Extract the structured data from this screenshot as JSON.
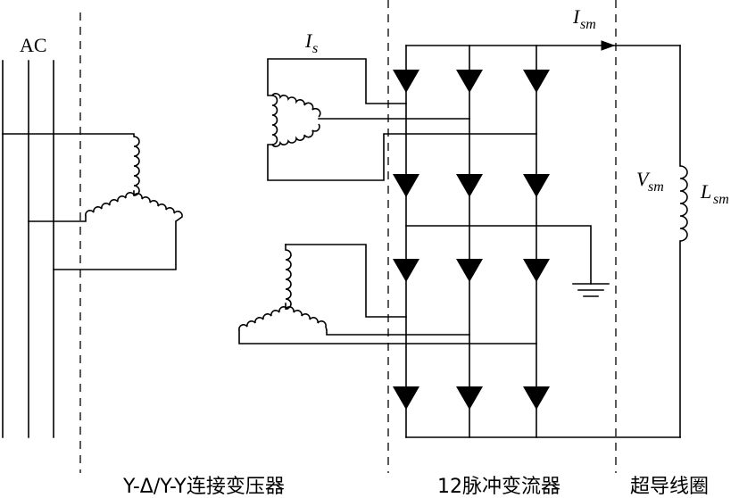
{
  "labels": {
    "ac": "AC",
    "is_main": "I",
    "is_sub": "s",
    "ism_main": "I",
    "ism_sub": "sm",
    "vsm_main": "V",
    "vsm_sub": "sm",
    "lsm_main": "L",
    "lsm_sub": "sm"
  },
  "captions": {
    "transformer": "Y-Δ/Y-Y连接变压器",
    "converter": "12脉冲变流器",
    "coil": "超导线圈"
  }
}
